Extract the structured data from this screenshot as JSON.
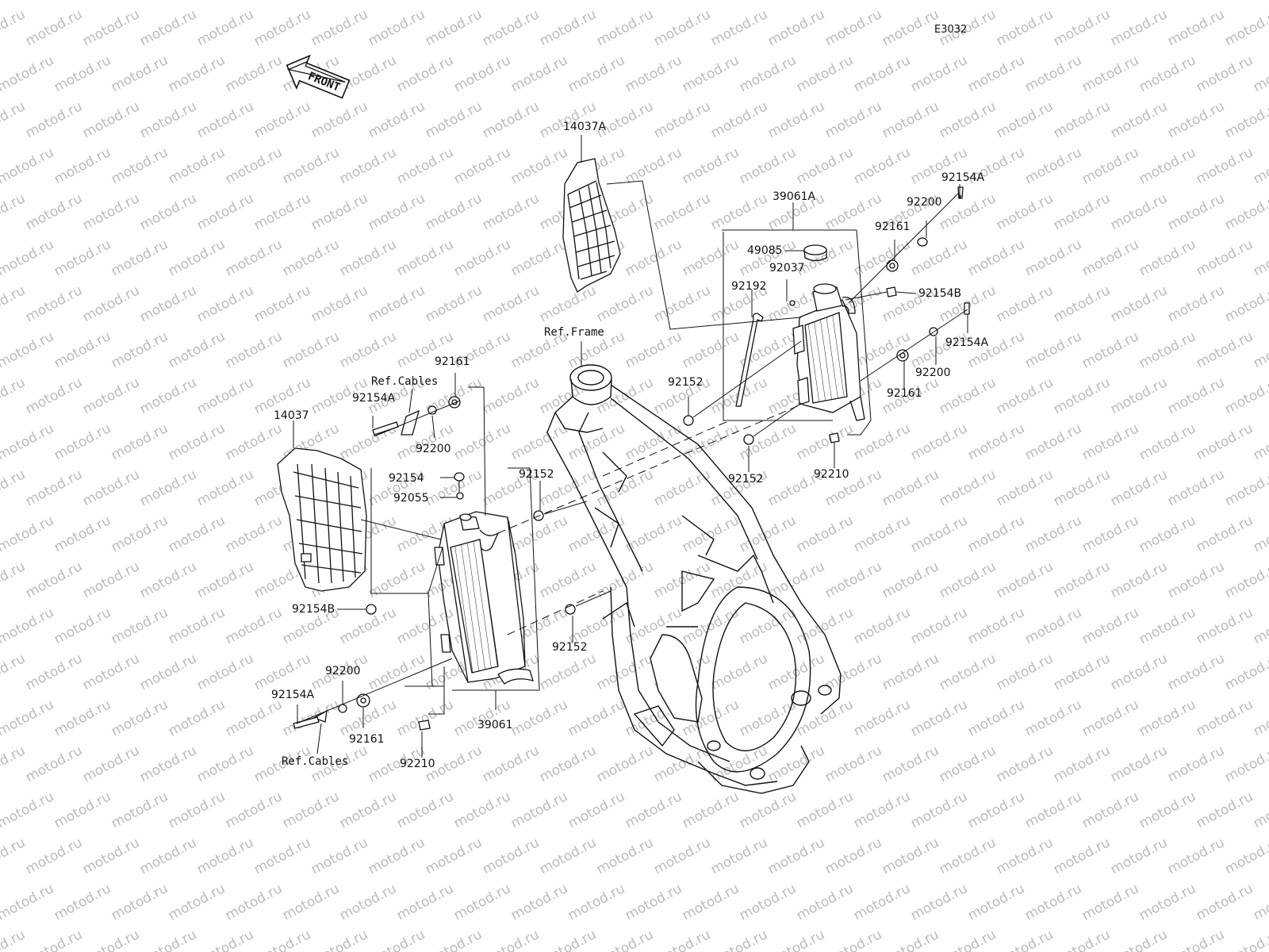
{
  "diagram_id": "E3032",
  "front_arrow_label": "FRONT",
  "watermark": "motod.ru",
  "parts": {
    "p14037A": "14037A",
    "p39061A": "39061A",
    "p92154A_tr": "92154A",
    "p92200_tr": "92200",
    "p92161_tr": "92161",
    "p49085": "49085",
    "p92037": "92037",
    "p92192": "92192",
    "p92154B_r": "92154B",
    "p92154A_r": "92154A",
    "p92200_r": "92200",
    "p92161_r": "92161",
    "p92152_mid": "92152",
    "p92152_r": "92152",
    "p92210_r": "92210",
    "ref_frame": "Ref.Frame",
    "p92161_l": "92161",
    "ref_cables_top": "Ref.Cables",
    "p92154A_l": "92154A",
    "p92200_l": "92200",
    "p14037": "14037",
    "p92154": "92154",
    "p92055": "92055",
    "p92152_l": "92152",
    "p92154B_l": "92154B",
    "p92152_lb": "92152",
    "p92200_lb": "92200",
    "p92154A_lb": "92154A",
    "p92161_lb": "92161",
    "p39061": "39061",
    "p92210_l": "92210",
    "ref_cables_bot": "Ref.Cables"
  }
}
